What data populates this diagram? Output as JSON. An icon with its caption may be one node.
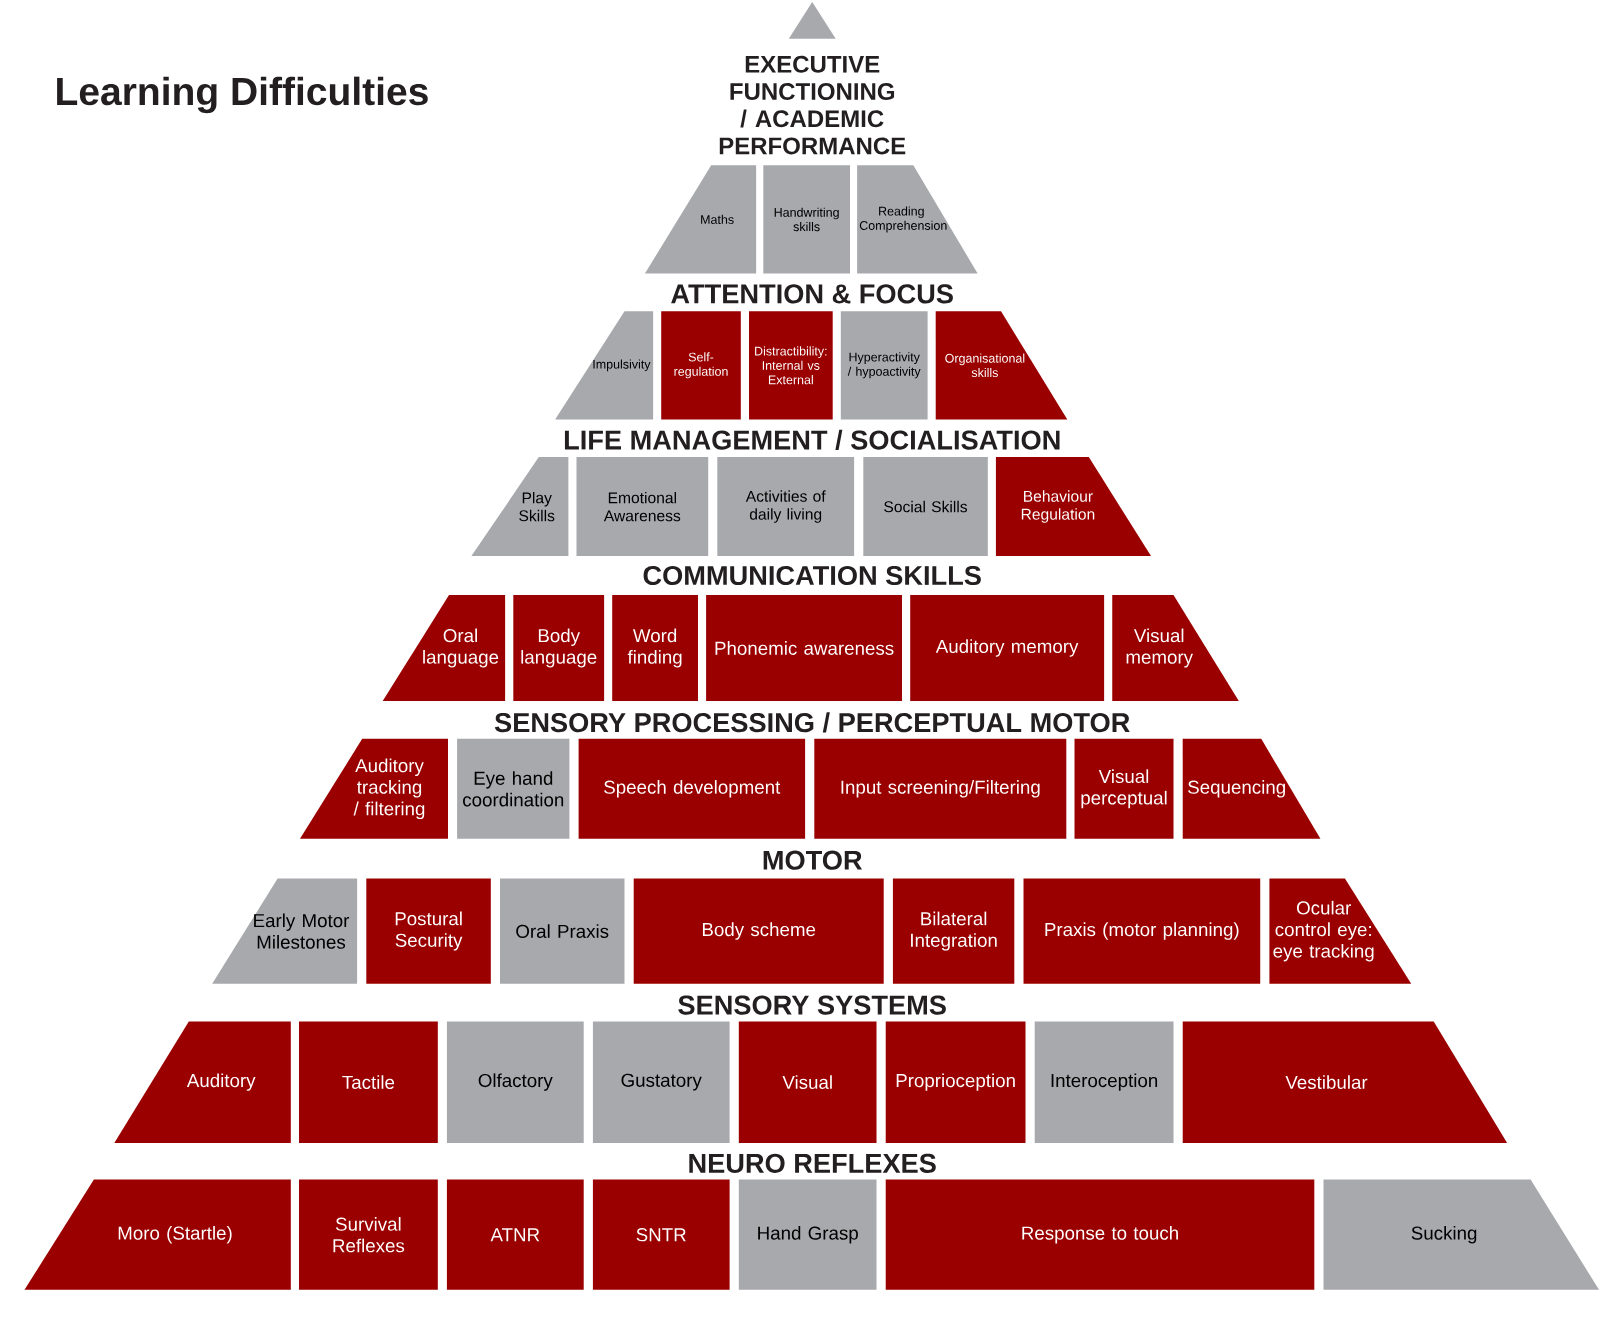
{
  "diagram": {
    "title": "Learning Difficulties",
    "nodes": [
      {
        "text": [],
        "shape": "triangle"
      },
      {
        "text": [
          "Maths"
        ]
      },
      {
        "text": [
          "Handwriting skills"
        ]
      },
      {
        "text": [
          "Reading Comprehension"
        ]
      },
      {
        "text": [
          "Impulsivity"
        ]
      },
      {
        "text": [
          "Self-regulation"
        ]
      },
      {
        "text": [
          "Distractibility: Internal vs External"
        ]
      },
      {
        "text": [
          "Hyperactivity / hypoactivity"
        ]
      },
      {
        "text": [
          "Organisational skills"
        ]
      },
      {
        "text": [
          "Play Skills"
        ]
      },
      {
        "text": [
          "Emotional Awareness"
        ]
      },
      {
        "text": [
          "Activities of daily living"
        ]
      },
      {
        "text": [
          "Social Skills"
        ]
      },
      {
        "text": [
          "Behaviour Regulation"
        ]
      },
      {
        "text": [
          "Oral language"
        ]
      },
      {
        "text": [
          "Body language"
        ]
      },
      {
        "text": [
          "Word finding"
        ]
      },
      {
        "text": [
          "Phonemic awareness"
        ]
      },
      {
        "text": [
          "Auditory memory"
        ]
      },
      {
        "text": [
          "Visual memory"
        ]
      },
      {
        "text": [
          "Auditory tracking / filtering"
        ]
      },
      {
        "text": [
          "Eye hand coordination"
        ]
      },
      {
        "text": [
          "Speech development"
        ]
      },
      {
        "text": [
          "Input screening/Filtering"
        ]
      },
      {
        "text": [
          "Visual perceptual"
        ]
      },
      {
        "text": [
          "Sequencing"
        ]
      },
      {
        "text": [
          "Early Motor Milestones"
        ]
      },
      {
        "text": [
          "Postural Security"
        ]
      },
      {
        "text": [
          "Oral Praxis"
        ]
      },
      {
        "text": [
          "Body scheme"
        ]
      },
      {
        "text": [
          "Bilateral Integration"
        ]
      },
      {
        "text": [
          "Praxis (motor planning)"
        ]
      },
      {
        "text": [
          "Ocular control eye: eye tracking"
        ]
      },
      {
        "text": [
          "Auditory"
        ]
      },
      {
        "text": [
          "Tactile"
        ]
      },
      {
        "text": [
          "Olfactory"
        ]
      },
      {
        "text": [
          "Gustatory"
        ]
      },
      {
        "text": [
          "Visual"
        ]
      },
      {
        "text": [
          "Proprioception"
        ]
      },
      {
        "text": [
          "Interoception"
        ]
      },
      {
        "text": [
          "Vestibular"
        ]
      },
      {
        "text": [
          "Moro (Startle)"
        ]
      },
      {
        "text": [
          "Survival Reflexes"
        ]
      },
      {
        "text": [
          "ATNR"
        ]
      },
      {
        "text": [
          "SNTR"
        ]
      },
      {
        "text": [
          "Hand Grasp"
        ]
      },
      {
        "text": [
          "Response to touch"
        ]
      },
      {
        "text": [
          "Sucking"
        ]
      }
    ],
    "labels": [
      "EXECUTIVE FUNCTIONING / ACADEMIC PERFORMANCE",
      "ATTENTION & FOCUS",
      "LIFE MANAGEMENT / SOCIALISATION",
      "COMMUNICATION SKILLS",
      "SENSORY PROCESSING / PERCEPTUAL MOTOR",
      "MOTOR",
      "SENSORY SYSTEMS",
      "NEURO REFLEXES"
    ]
  }
}
